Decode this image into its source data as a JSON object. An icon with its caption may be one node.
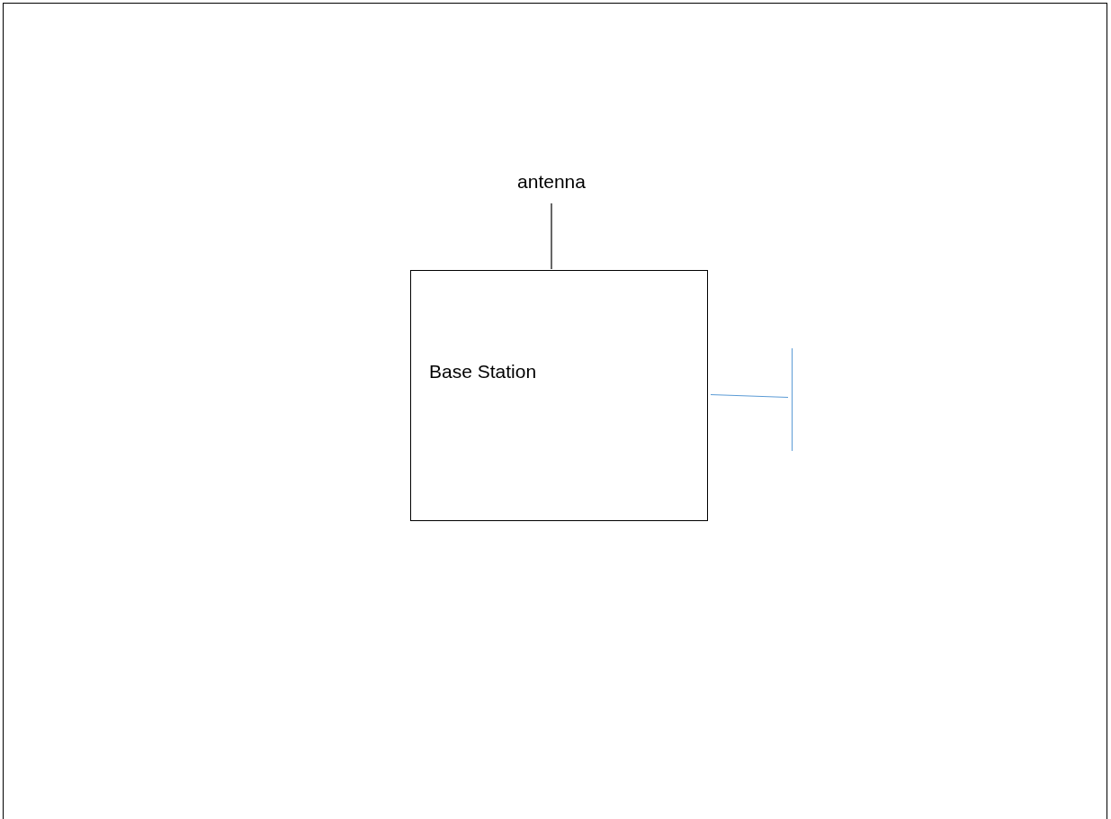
{
  "diagram": {
    "nodes": [
      {
        "text": [
          "Base Station"
        ]
      },
      {
        "text": [
          "antenna"
        ]
      },
      {
        "text": [],
        "shape": "bar"
      }
    ],
    "edges": [
      {
        "from": 1,
        "to": 0,
        "arrow": "none"
      },
      {
        "from": 0,
        "to": 2,
        "arrow": "none",
        "color": "#5b9bd5"
      }
    ]
  }
}
